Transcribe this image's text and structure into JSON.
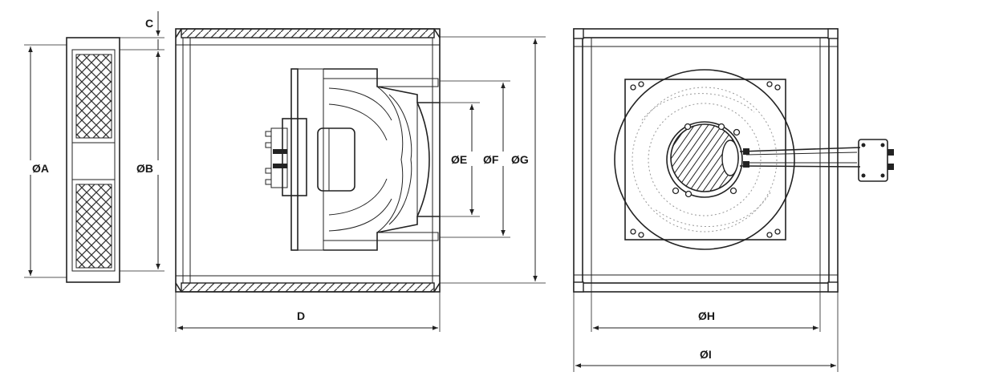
{
  "labels": {
    "a": "ØA",
    "b": "ØB",
    "c": "C",
    "d": "D",
    "e": "ØE",
    "f": "ØF",
    "g": "ØG",
    "h": "ØH",
    "i": "ØI"
  }
}
